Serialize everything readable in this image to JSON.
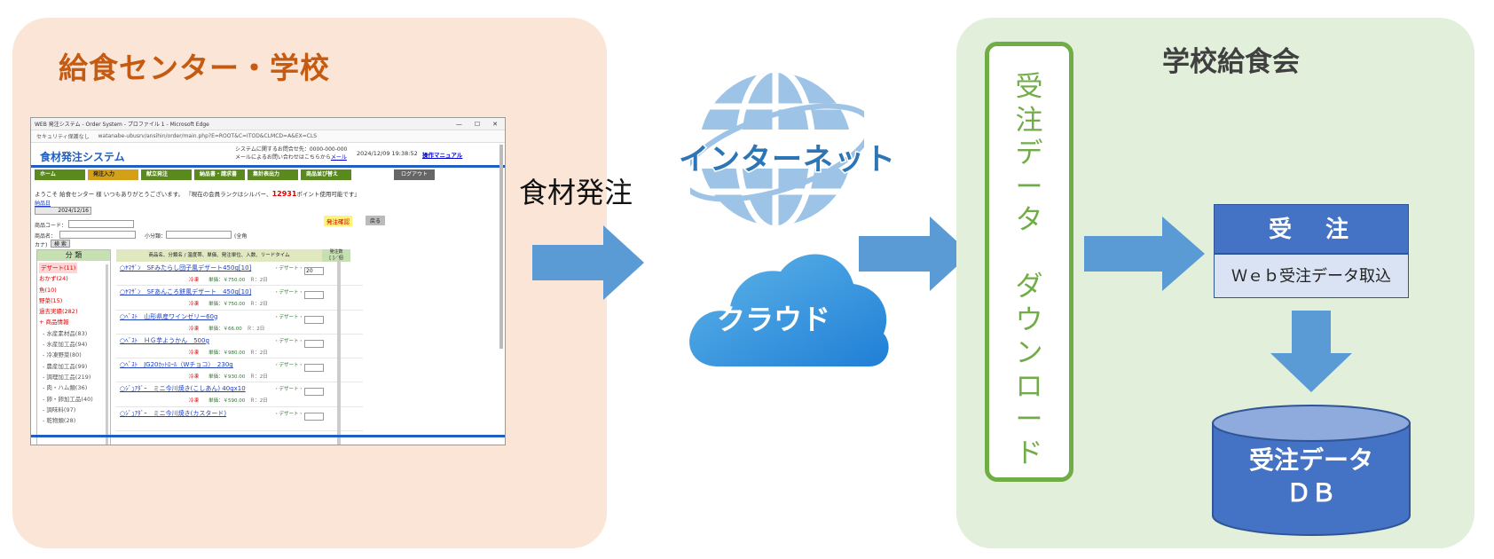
{
  "left_panel": {
    "title": "給食センター・学校"
  },
  "right_panel": {
    "title": "学校給食会"
  },
  "arrow_label": "食材発注",
  "internet_label": "インターネット",
  "cloud_label": "クラウド",
  "download_box": {
    "chars": [
      "受",
      "注",
      "デ",
      "ー",
      "タ",
      "",
      "ダ",
      "ウ",
      "ン",
      "ロ",
      "ー",
      "ド"
    ]
  },
  "order": {
    "head": "受　注",
    "sub": "Ｗｅｂ受注データ取込"
  },
  "db": {
    "line1": "受注データ",
    "line2": "ＤＢ"
  },
  "colors": {
    "orange_bg": "#fbe5d6",
    "green_bg": "#e2efda",
    "orange_title": "#c55a11",
    "arrow_blue": "#5b9bd5",
    "green_accent": "#70ad47",
    "box_blue": "#4472c4"
  },
  "screenshot": {
    "window_title": "WEB 発注システム - Order System - プロファイル 1 - Microsoft Edge",
    "window_buttons": [
      "—",
      "☐",
      "✕"
    ],
    "security": "セキュリティ保護なし",
    "url": "watanabe-ubusrv/ansihin/order/main.php?E=ROOT&C=ITOD&CLMCD=A&EX=CLS",
    "system_name": "食材発注システム",
    "contact_line1": "システムに関するお問合せ先：0000-000-000",
    "contact_line2": "メールによるお問い合わせはこちらから",
    "contact_link": "メール",
    "datetime": "2024/12/09 19:38:52",
    "manual": "操作マニュアル",
    "nav": [
      "ホーム",
      "発注入力",
      "献立発注",
      "納品書・請求書",
      "集計表出力",
      "商品並び替え"
    ],
    "logout": "ログアウト",
    "welcome": "ようこそ 給食センター 様 いつもありがとうございます。 『現在の会員ランクはシルバー、",
    "points": "12931",
    "welcome_tail": "ポイント使用可能です』",
    "delivery_label": "納品日",
    "delivery_date": "2024/12/16",
    "code_label": "商品コード：",
    "name_label": "商品名：",
    "subcat_label": "小分類：",
    "zenkaku": "(全角",
    "kana": "カナ)",
    "search_btn": "検 索",
    "confirm_btn": "発注確認",
    "return_btn": "戻る",
    "category_header": "分 類",
    "categories": [
      {
        "t": "デザート(11)",
        "cls": "red hl"
      },
      {
        "t": "おかず(24)",
        "cls": "red"
      },
      {
        "t": "魚(10)",
        "cls": "red"
      },
      {
        "t": "野菜(15)",
        "cls": "red"
      },
      {
        "t": "過去実績(282)",
        "cls": "red"
      },
      {
        "t": "+ 商品情報",
        "cls": "red"
      },
      {
        "t": "- 水産素材品(83)",
        "cls": "sub"
      },
      {
        "t": "- 水産加工品(94)",
        "cls": "sub"
      },
      {
        "t": "- 冷凍野菜(80)",
        "cls": "sub"
      },
      {
        "t": "- 農産加工品(99)",
        "cls": "sub"
      },
      {
        "t": "- 調理加工品(219)",
        "cls": "sub"
      },
      {
        "t": "- 肉・ハム類(36)",
        "cls": "sub"
      },
      {
        "t": "- 卵・卵加工品(40)",
        "cls": "sub"
      },
      {
        "t": "- 調味料(97)",
        "cls": "sub"
      },
      {
        "t": "- 乾物類(28)",
        "cls": "sub"
      }
    ],
    "grid_header": "商品名、分類名 / 温度帯、単価、発注単位、入数、リードタイム",
    "grid_qty_header": "発注数",
    "grid_qty_sub": "[ ]／個",
    "products": [
      {
        "name": "○ﾔﾏｻﾞﾝ　SFみたらし団子風デザート450g[10]",
        "price": "単価：￥750.00",
        "lead": "Ｒ：2日",
        "qty": "20"
      },
      {
        "name": "○ﾔﾏｻﾞﾝ　SFあんころ餅風デザート　450g[10]",
        "price": "単価：￥750.00",
        "lead": "Ｒ：2日",
        "qty": ""
      },
      {
        "name": "○ﾍﾞｽﾄ　山形県産ワインゼリー60g",
        "price": "単価：￥66.00",
        "lead": "Ｒ：2日",
        "qty": ""
      },
      {
        "name": "○ﾍﾞｽﾄ　ＨＧ芋ようかん　500g",
        "price": "単価：￥980.00",
        "lead": "Ｒ：2日",
        "qty": ""
      },
      {
        "name": "○ﾍﾞｽﾄ　JG20ｶｯﾄﾛｰﾙ（Wチョコ）　230g",
        "price": "単価：￥930.00",
        "lead": "Ｒ：2日",
        "qty": ""
      },
      {
        "name": "○ｼﾞｭｱﾀﾞｰ　ミニ今川焼き(こしあん) 40gx10",
        "price": "単価：￥590.00",
        "lead": "Ｒ：2日",
        "qty": ""
      },
      {
        "name": "○ｼﾞｭｱﾀﾞｰ　ミニ今川焼き(カスタード)",
        "price": "",
        "lead": "",
        "qty": ""
      }
    ],
    "frozen": "冷凍",
    "product_desc": "・デザート・"
  }
}
